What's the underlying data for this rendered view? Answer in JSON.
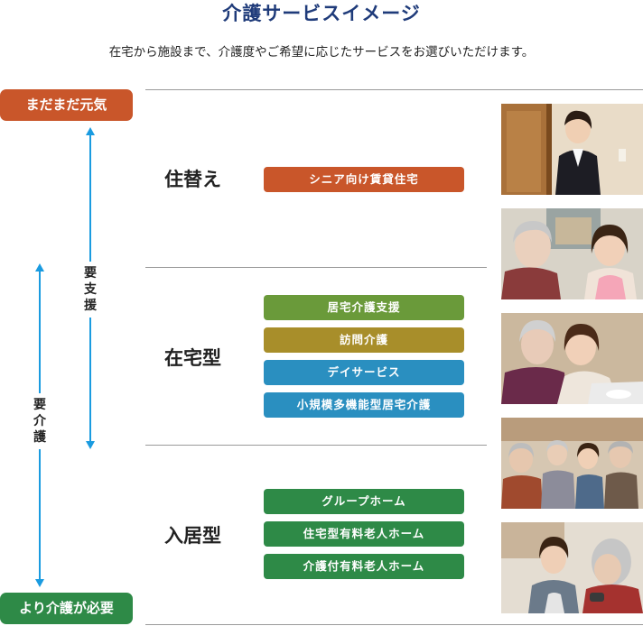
{
  "header": {
    "title": "介護サービスイメージ",
    "subtitle": "在宅から施設まで、介護度やご希望に応じたサービスをお選びいただけます。"
  },
  "scale": {
    "top_label": "まだまだ元気",
    "bottom_label": "より介護が必要",
    "support_label": [
      "要",
      "支",
      "援"
    ],
    "care_label": [
      "要",
      "介",
      "護"
    ]
  },
  "categories": [
    {
      "label": "住替え",
      "services": [
        "シニア向け賃貸住宅"
      ]
    },
    {
      "label": "在宅型",
      "services": [
        "居宅介護支援",
        "訪問介護",
        "デイサービス",
        "小規模多機能型居宅介護"
      ]
    },
    {
      "label": "入居型",
      "services": [
        "グループホーム",
        "住宅型有料老人ホーム",
        "介護付有料老人ホーム"
      ]
    }
  ],
  "colors": {
    "title": "#1f3b7a",
    "top_pill": "#c9562a",
    "bottom_pill": "#2e8a47",
    "arrow": "#1a9be0",
    "rental": "#c9562a",
    "care_support": "#6a9a3a",
    "home_visit": "#a88e2a",
    "day_service": "#2a8fc0",
    "multi_function": "#2a8fc0",
    "residential": "#2e8a47"
  },
  "photos": [
    "caregiver-at-door-photo",
    "caregiver-with-elderly-woman-photo",
    "caregiver-hugging-elderly-photo",
    "elderly-group-activity-photo",
    "caregiver-checking-elderly-photo"
  ]
}
